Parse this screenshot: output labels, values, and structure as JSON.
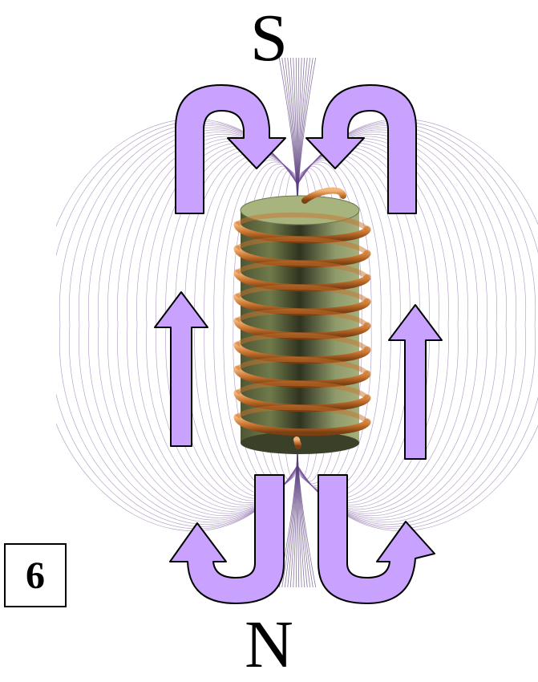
{
  "diagram": {
    "pole_top": "S",
    "pole_bottom": "N",
    "figure_number": "6"
  },
  "colors": {
    "field_lines": "#7b5aa0",
    "arrows_fill": "#c9a2ff",
    "arrows_stroke": "#000000",
    "coil": "#c8742e",
    "core": "#8e9a6a"
  },
  "icons": {
    "arrow": "curved-arrow",
    "coil": "solenoid-coil"
  }
}
